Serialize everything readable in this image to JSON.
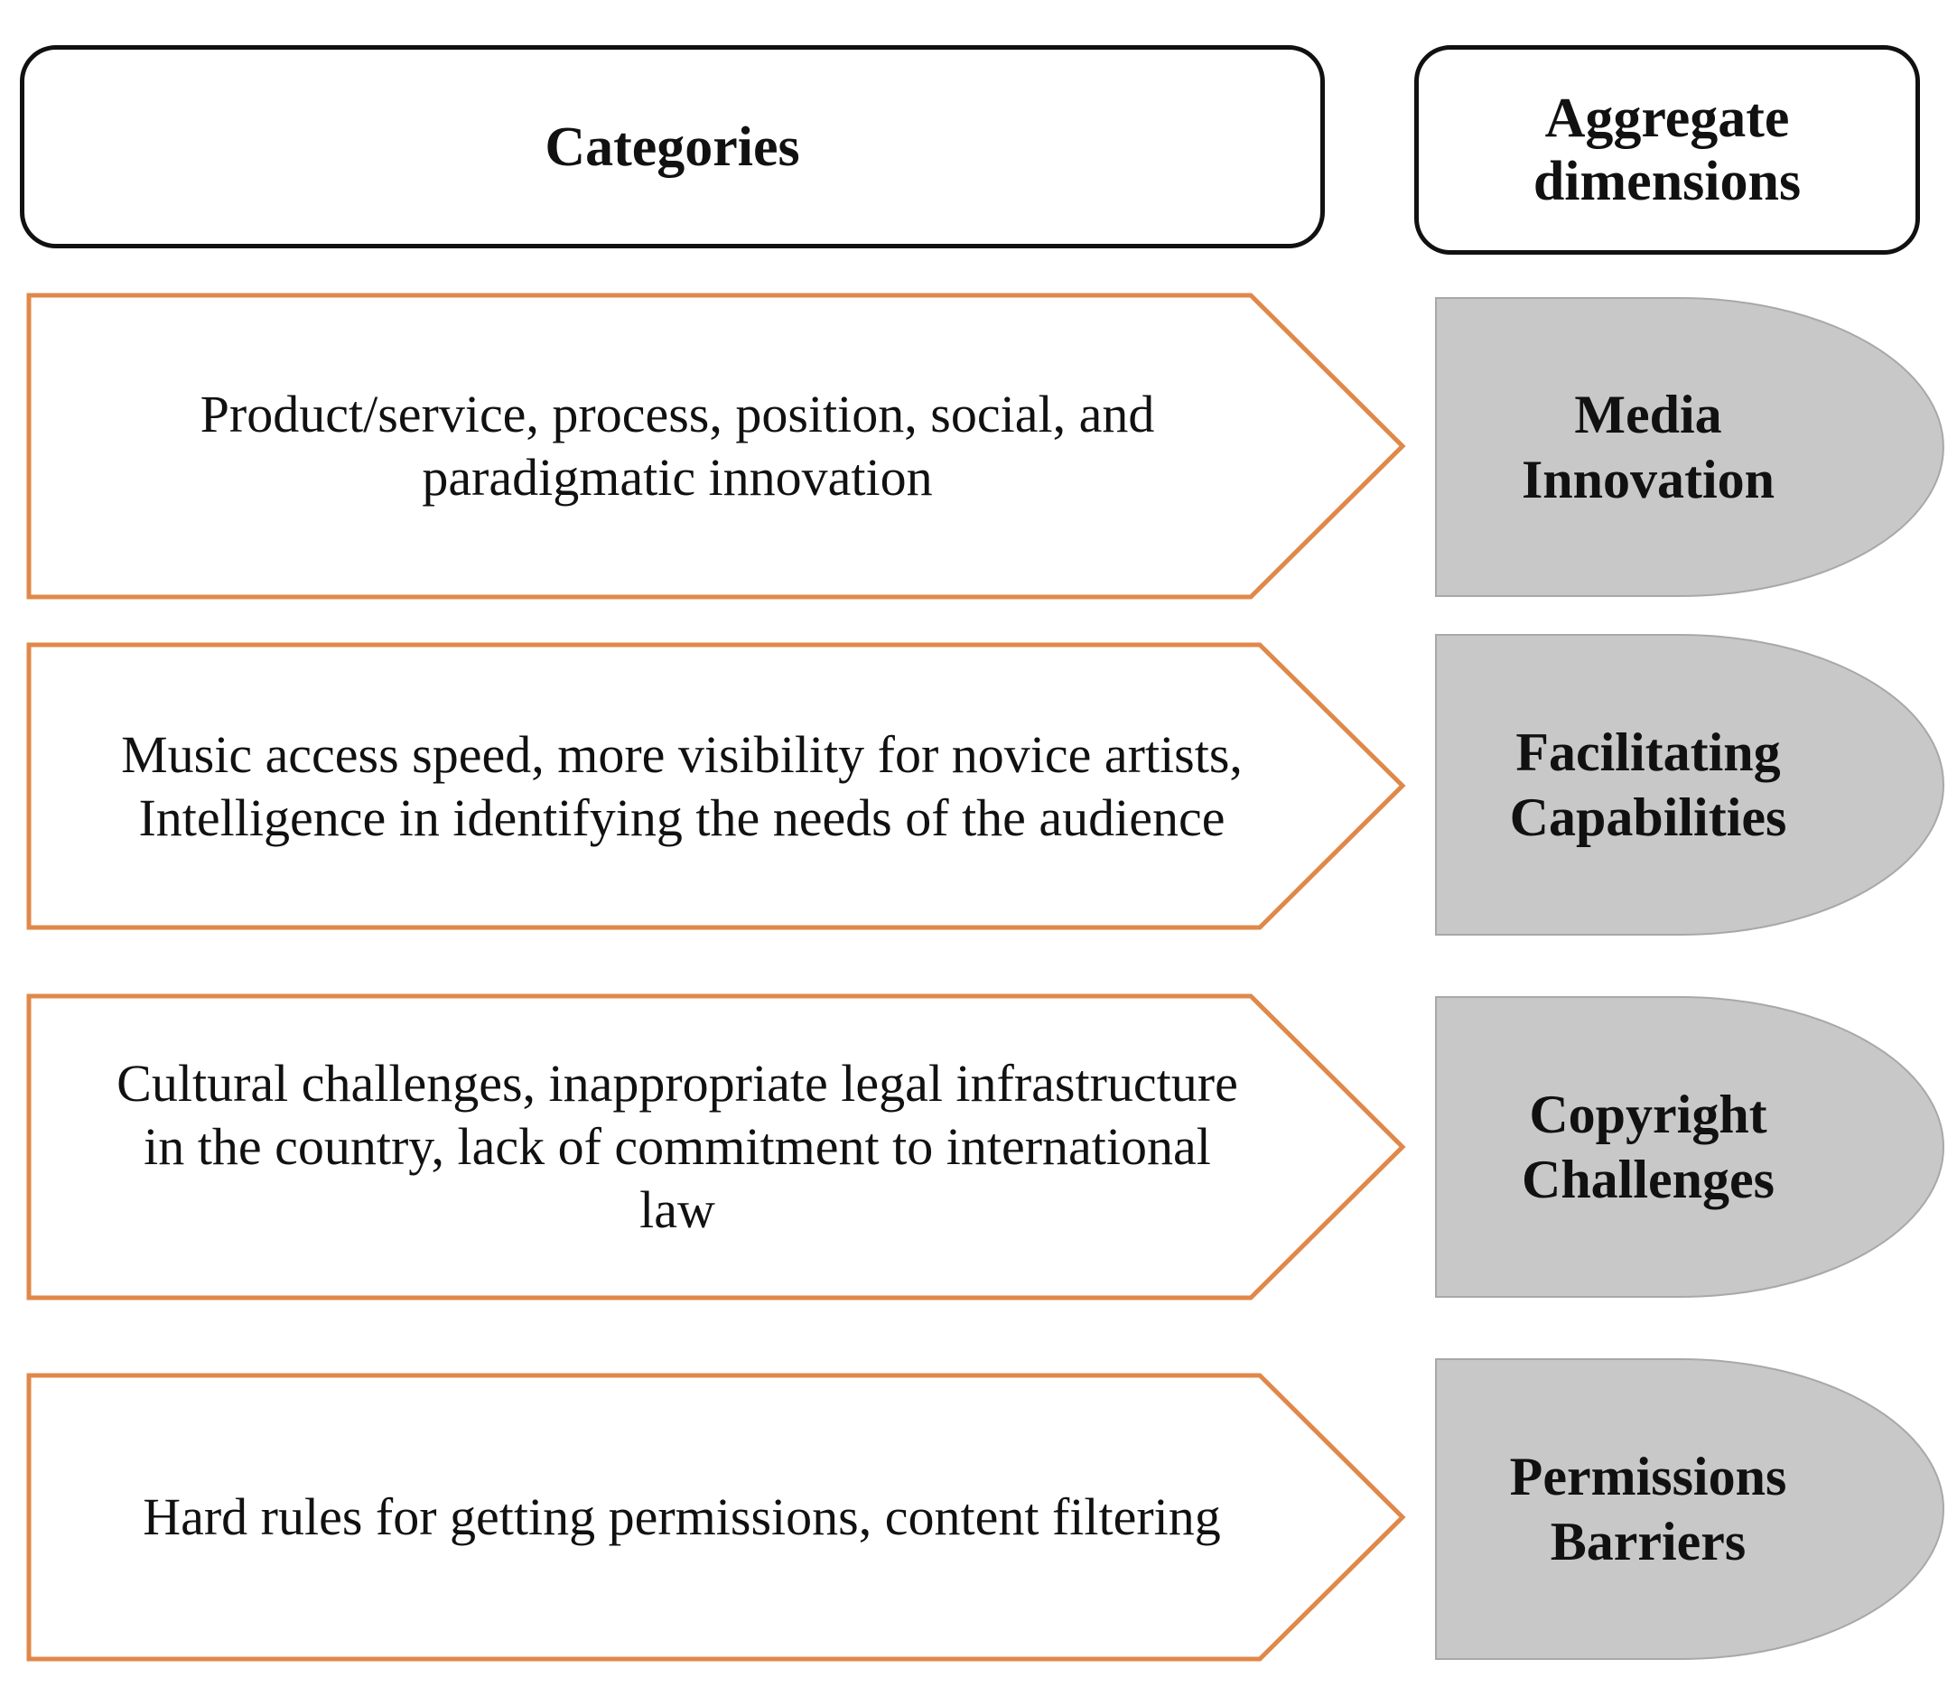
{
  "headers": {
    "categories": "Categories",
    "aggregate": "Aggregate\ndimensions"
  },
  "colors": {
    "arrow_border": "#E0884A",
    "dimension_fill": "#C8C8C8",
    "dimension_border": "#A8A8A8",
    "header_border": "#111111"
  },
  "rows": [
    {
      "category": "Product/service, process, position, social, and\nparadigmatic innovation",
      "dimension": "Media\nInnovation"
    },
    {
      "category": "Music access speed, more visibility for novice artists,\nIntelligence in identifying the needs of the audience",
      "dimension": "Facilitating\nCapabilities"
    },
    {
      "category": "Cultural challenges, inappropriate legal infrastructure\nin the country, lack of commitment to international\nlaw",
      "dimension": "Copyright\nChallenges"
    },
    {
      "category": "Hard rules for getting permissions, content filtering",
      "dimension": "Permissions\nBarriers"
    }
  ]
}
